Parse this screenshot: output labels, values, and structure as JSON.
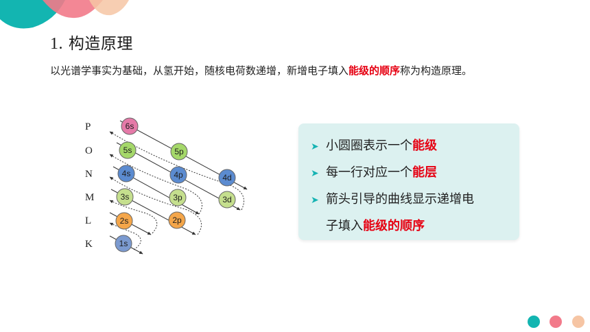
{
  "slide": {
    "section_number": "1.",
    "section_title": "构造原理",
    "intro": {
      "before": "以光谱学事实为基础，从氢开始，随核电荷数递增，新增电子填入",
      "highlight": "能级的顺序",
      "after": "称为构造原理。"
    }
  },
  "diagram": {
    "shell_labels": [
      "P",
      "O",
      "N",
      "M",
      "L",
      "K"
    ],
    "orbitals": [
      {
        "label": "6s",
        "color": "#e57aa8"
      },
      {
        "label": "5s",
        "color": "#a5d86a"
      },
      {
        "label": "5p",
        "color": "#a5d86a"
      },
      {
        "label": "4s",
        "color": "#5b8bd0"
      },
      {
        "label": "4p",
        "color": "#5b8bd0"
      },
      {
        "label": "4d",
        "color": "#5b8bd0"
      },
      {
        "label": "3s",
        "color": "#c5df8e"
      },
      {
        "label": "3p",
        "color": "#c5df8e"
      },
      {
        "label": "3d",
        "color": "#c5df8e"
      },
      {
        "label": "2s",
        "color": "#f4a64a"
      },
      {
        "label": "2p",
        "color": "#f4a64a"
      },
      {
        "label": "1s",
        "color": "#7b9ad0"
      }
    ]
  },
  "notes": {
    "line1": {
      "text": "小圆圈表示一个",
      "highlight": "能级"
    },
    "line2": {
      "text": "每一行对应一个",
      "highlight": "能层"
    },
    "line3": {
      "text": "箭头引导的曲线显示递增电"
    },
    "line4": {
      "text": "子填入",
      "highlight": "能级的顺序"
    },
    "bullet_icon": "triangle-right-icon"
  },
  "theme": {
    "teal": "#13b5b1",
    "pink": "#f27a8a",
    "peach": "#f6c5a4",
    "highlight": "#e60012"
  }
}
